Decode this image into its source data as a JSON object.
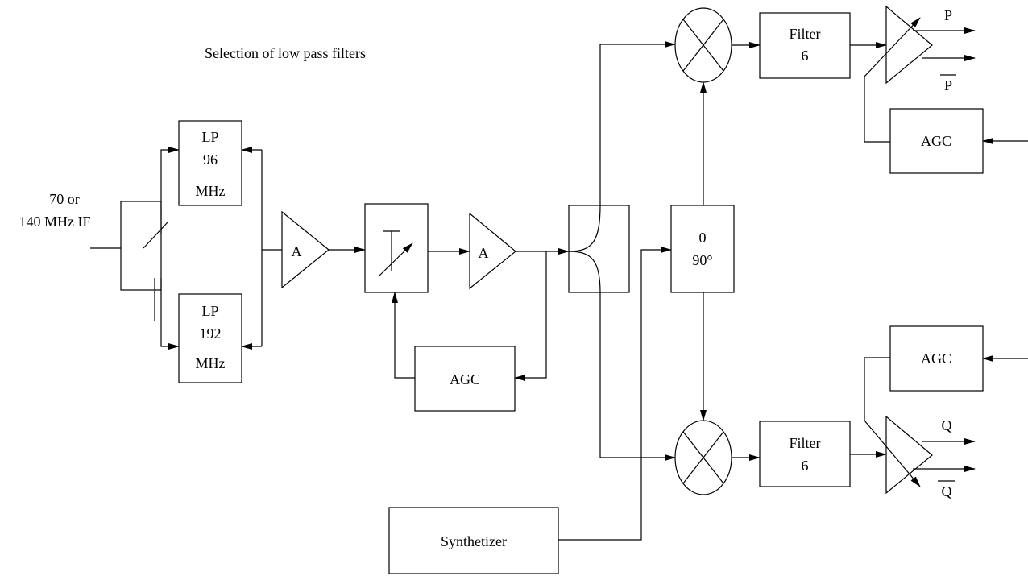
{
  "diagram": {
    "caption": "Selection of low pass filters",
    "input_label": [
      "70 or",
      "140 MHz IF"
    ],
    "lp_filter_top": [
      "LP",
      "96",
      "MHz"
    ],
    "lp_filter_bottom": [
      "LP",
      "192",
      "MHz"
    ],
    "amplifier_1": "A",
    "amplifier_2": "A",
    "agc_middle": "AGC",
    "agc_top": "AGC",
    "agc_bottom": "AGC",
    "phase_shifter": [
      "0",
      "90°"
    ],
    "filter_top": [
      "Filter",
      "6"
    ],
    "filter_bottom": [
      "Filter",
      "6"
    ],
    "synthesizer": "Synthetizer",
    "output_p": "P",
    "output_p_bar": "P",
    "output_q": "Q",
    "output_q_bar": "Q"
  }
}
